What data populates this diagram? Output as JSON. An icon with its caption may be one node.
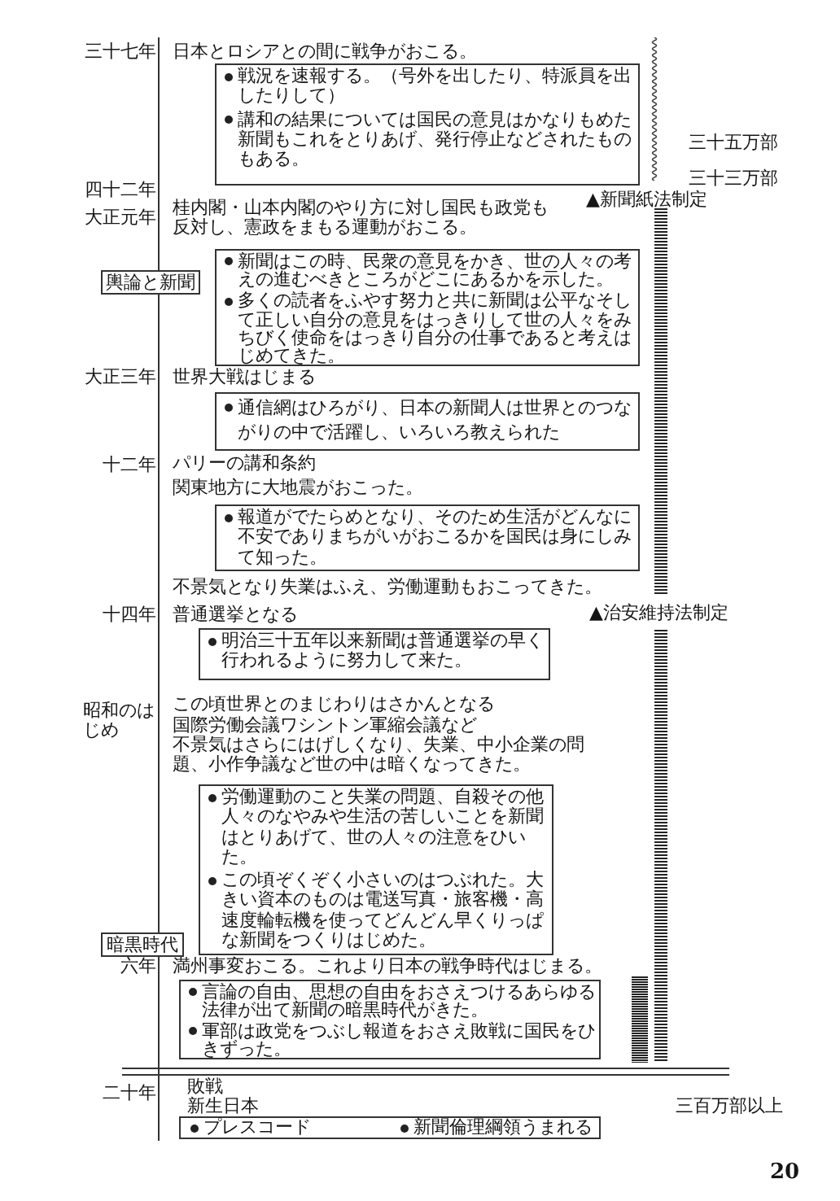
{
  "diagram": {
    "nodes": [
      {
        "text": [
          "戦況を速報する。（号外を出したり、特派員を出したりして）",
          "講和の結果については国民の意見はかなりもめた新聞もこれをとりあげ、発行停止などされたものもある。"
        ]
      },
      {
        "text": [
          "輿論と新聞"
        ]
      },
      {
        "text": [
          "新聞はこの時、民衆の意見をかき、世の人々の考えの進むべきところがどこにあるかを示した。",
          "多くの読者をふやす努力と共に新聞は公平なそして正しい自分の意見をはっきりして世の人々をみちびく使命をはっきり自分の仕事であると考えはじめてきた。"
        ]
      },
      {
        "text": [
          "通信網はひろがり、日本の新聞人は世界とのつながりの中で活躍し、いろいろ教えられた"
        ]
      },
      {
        "text": [
          "報道がでたらめとなり、そのため生活がどんなに不安でありまちがいがおこるかを国民は身にしみて知った。"
        ]
      },
      {
        "text": [
          "明治三十五年以来新聞は普通選挙の早く行われるように努力して来た。"
        ]
      },
      {
        "text": [
          "労働運動のこと失業の問題、自殺その他人々のなやみや生活の苦しいことを新聞はとりあげて、世の人々の注意をひいた。",
          "この頃ぞくぞく小さいのはつぶれた。大きい資本のものは電送写真・旅客機・高速度輪転機を使ってどんどん早くりっぱな新聞をつくりはじめた。"
        ]
      },
      {
        "text": [
          "暗黒時代"
        ]
      },
      {
        "text": [
          "言論の自由、思想の自由をおさえつけるあらゆる法律が出て新聞の暗黒時代がきた。",
          "軍部は政党をつぶし報道をおさえ敗戦に国民をひきずった。"
        ]
      },
      {
        "text": [
          "プレスコード",
          "新聞倫理綱領うまれる"
        ]
      }
    ],
    "labels": [
      "三十七年",
      "日本とロシアとの間に戦争がおこる。",
      "三十五万部",
      "三十三万部",
      "四十二年",
      "▲新聞紙法制定",
      "大正元年",
      "桂内閣・山本内閣のやり方に対し国民も政党も反対し、憲政をまもる運動がおこる。",
      "大正三年",
      "世界大戦はじまる",
      "十二年",
      "パリーの講和条約",
      "関東地方に大地震がおこった。",
      "不景気となり失業はふえ、労働運動もおこってきた。",
      "十四年",
      "普通選挙となる",
      "▲治安維持法制定",
      "昭和のはじめ",
      "この頃世界とのまじわりはさかんとなる",
      "国際労働会議ワシントン軍縮会議など",
      "不景気はさらにはげしくなり、失業、中小企業の問題、小作争議など世の中は暗くなってきた。",
      "六年",
      "満州事変おこる。これより日本の戦争時代はじまる。",
      "二十年",
      "敗戦",
      "新生日本",
      "三百万部以上",
      "20"
    ]
  }
}
